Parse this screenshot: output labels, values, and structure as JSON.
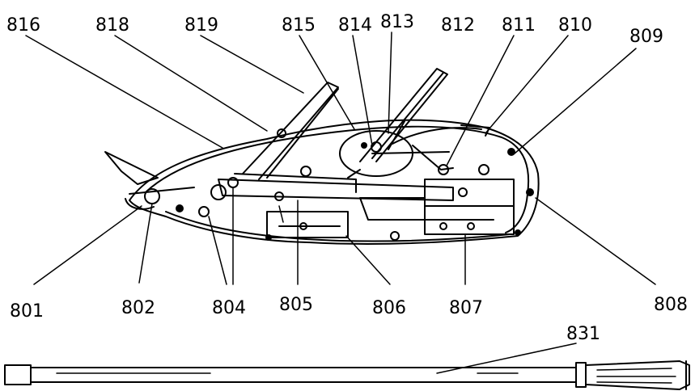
{
  "figure": {
    "labels": {
      "l816": "816",
      "l818": "818",
      "l819": "819",
      "l815": "815",
      "l814": "814",
      "l813": "813",
      "l812": "812",
      "l811": "811",
      "l810": "810",
      "l809": "809",
      "l801": "801",
      "l802": "802",
      "l804": "804",
      "l805": "805",
      "l806": "806",
      "l807": "807",
      "l808": "808",
      "l831": "831"
    }
  }
}
